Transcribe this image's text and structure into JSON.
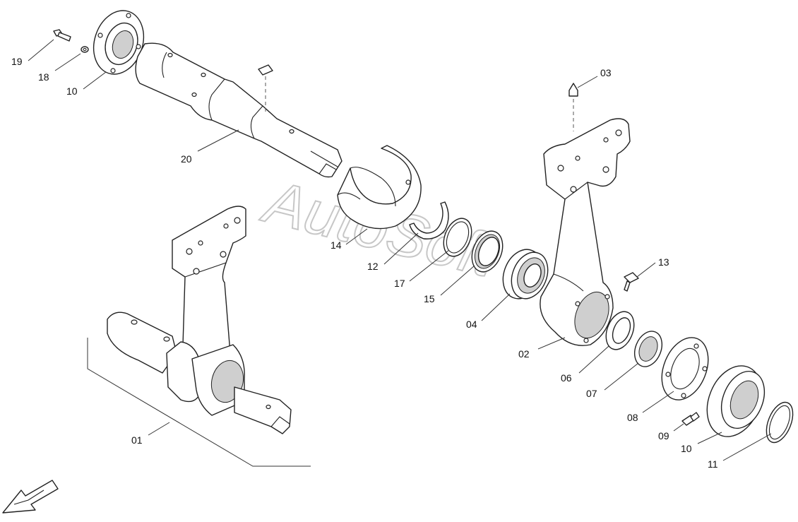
{
  "diagram": {
    "watermark": "AutoSoft",
    "callouts": {
      "c19": "19",
      "c18": "18",
      "c10a": "10",
      "c20": "20",
      "c03": "03",
      "c14": "14",
      "c12": "12",
      "c17": "17",
      "c15": "15",
      "c04": "04",
      "c13": "13",
      "c02": "02",
      "c06": "06",
      "c07": "07",
      "c08": "08",
      "c09": "09",
      "c10b": "10",
      "c11": "11",
      "c01": "01"
    },
    "icons": {
      "orientation_arrow": "arrow-down-left-icon"
    }
  }
}
